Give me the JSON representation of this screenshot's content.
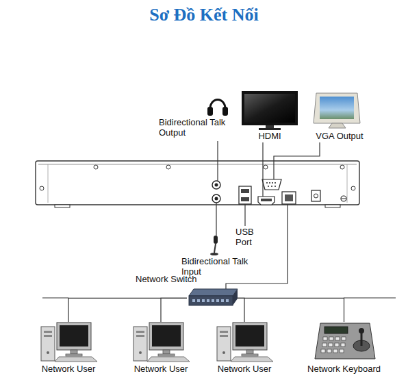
{
  "diagram": {
    "title": "Sơ Đồ Kết Nối",
    "nodes": [
      {
        "text": [
          "Bidirectional Talk Output"
        ]
      },
      {
        "text": [
          "HDMI"
        ]
      },
      {
        "text": [
          "VGA Output"
        ]
      },
      {
        "text": [
          "Bidirectional Talk Input"
        ]
      },
      {
        "text": [
          "Network Switch"
        ]
      },
      {
        "text": [
          "Network User"
        ]
      },
      {
        "text": [
          "Network User"
        ]
      },
      {
        "text": [
          "Network User"
        ]
      },
      {
        "text": [
          "Network Keyboard"
        ]
      }
    ],
    "edges": [
      {
        "from": 4,
        "to": 5,
        "arrow": "none"
      },
      {
        "from": 4,
        "to": 6,
        "arrow": "none"
      },
      {
        "from": 4,
        "to": 7,
        "arrow": "none"
      },
      {
        "from": 4,
        "to": 8,
        "arrow": "none"
      }
    ],
    "labels": [
      "USB Port"
    ]
  }
}
